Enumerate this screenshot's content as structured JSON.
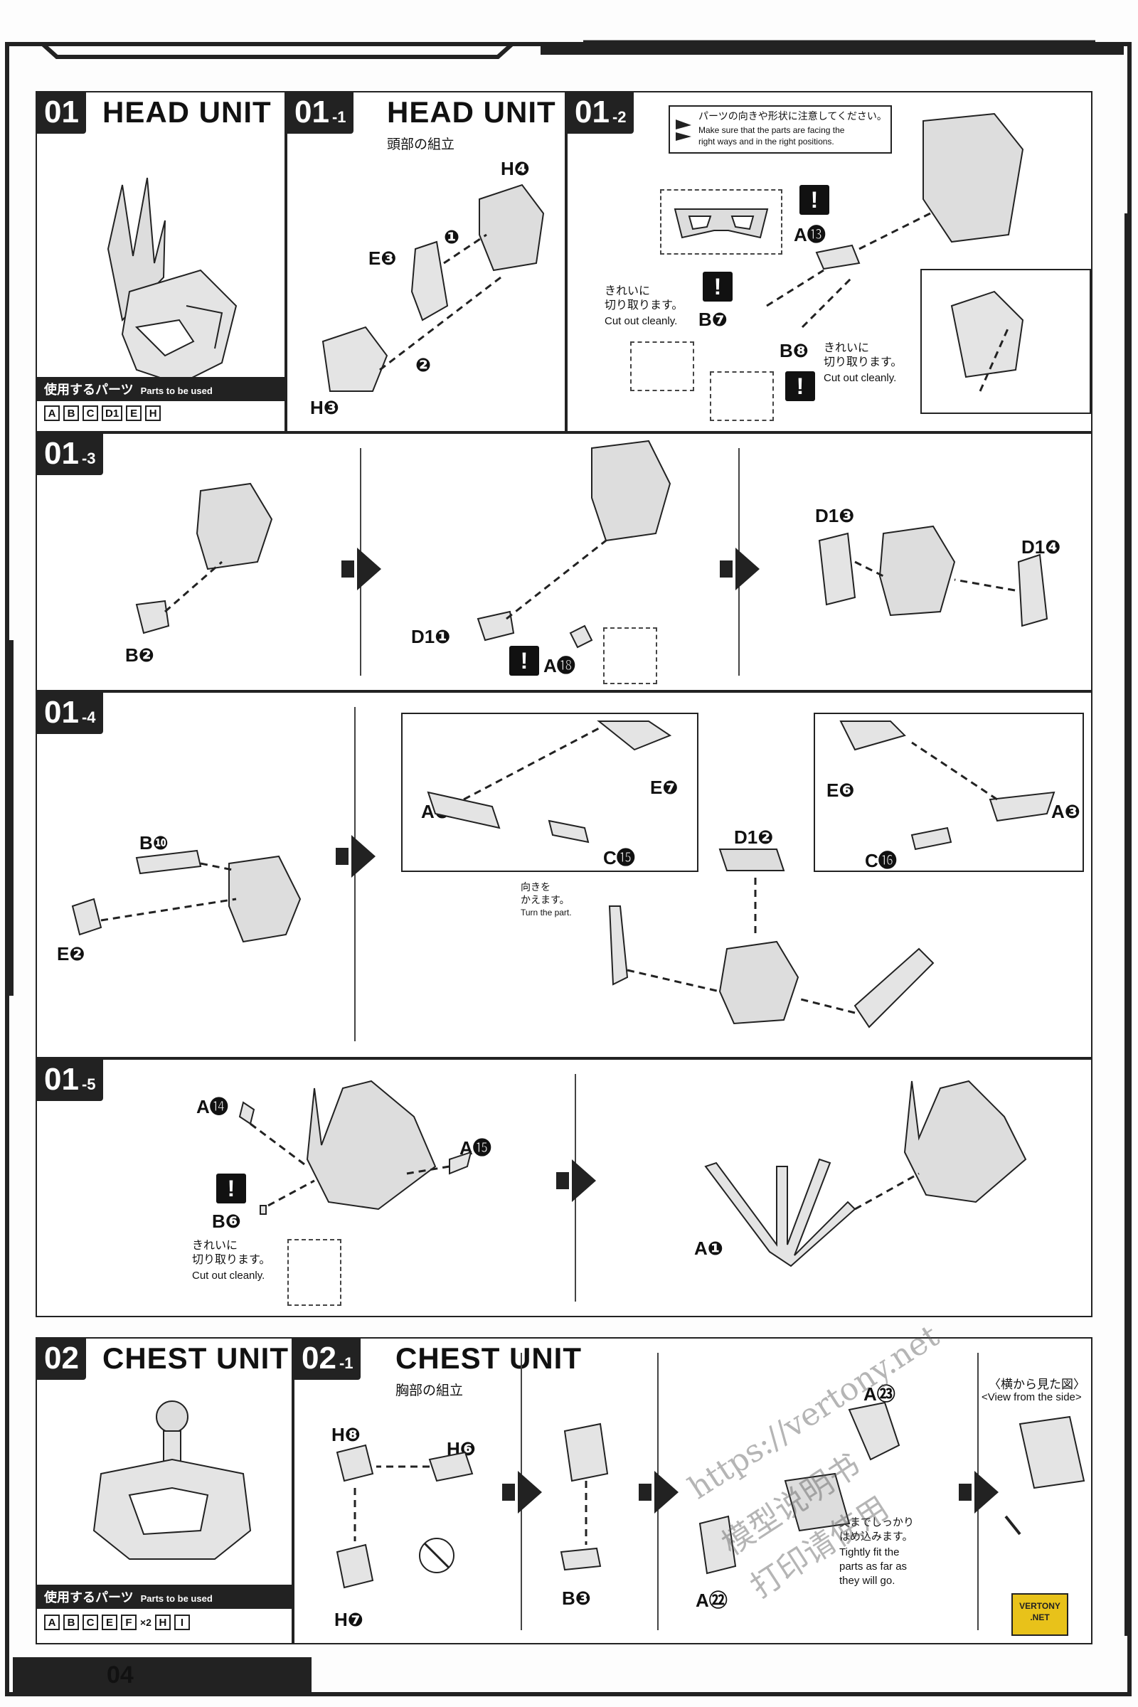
{
  "page_number": "04",
  "watermark": {
    "url": "https://vertony.net",
    "cn_line1": "模型说明书",
    "cn_line2": "打印请使用"
  },
  "badge": {
    "line1": "VERTONY",
    "line2": ".NET"
  },
  "steps": {
    "s01": {
      "num": "01",
      "title": "HEAD UNIT"
    },
    "s01_1": {
      "num": "01",
      "sub": "-1",
      "title": "HEAD UNIT",
      "jp_title": "頭部の組立"
    },
    "s01_2": {
      "num": "01",
      "sub": "-2"
    },
    "s01_3": {
      "num": "01",
      "sub": "-3"
    },
    "s01_4": {
      "num": "01",
      "sub": "-4"
    },
    "s01_5": {
      "num": "01",
      "sub": "-5"
    },
    "s02": {
      "num": "02",
      "title": "CHEST UNIT"
    },
    "s02_1": {
      "num": "02",
      "sub": "-1",
      "title": "CHEST UNIT",
      "jp_title": "胸部の組立"
    }
  },
  "parts_used": {
    "jp": "使用するパーツ",
    "en": "Parts to be used",
    "head": [
      "A",
      "B",
      "C",
      "D1",
      "E",
      "H"
    ],
    "chest": [
      "A",
      "B",
      "C",
      "E",
      "F",
      "×2",
      "H",
      "I"
    ]
  },
  "notes": {
    "facing_jp": "パーツの向きや形状に注意してください。",
    "facing_en1": "Make sure that the parts are facing the",
    "facing_en2": "right ways and in the right positions.",
    "cut_jp1": "きれいに",
    "cut_jp2": "切り取ります。",
    "cut_en": "Cut out cleanly.",
    "turn_jp1": "向きを",
    "turn_jp2": "かえます。",
    "turn_en": "Turn the part.",
    "tight_jp1": "奥までしっかり",
    "tight_jp2": "はめ込みます。",
    "tight_en1": "Tightly fit the",
    "tight_en2": "parts as far as",
    "tight_en3": "they will go.",
    "side_jp": "〈横から見た図〉",
    "side_en": "<View from the side>"
  },
  "labels": {
    "l01_1": [
      "H❹",
      "E❸",
      "H❸"
    ],
    "l01_2": [
      "A⓭",
      "B❼",
      "B❽"
    ],
    "l01_3": [
      "B❷",
      "D1❶",
      "A⓲",
      "D1❸",
      "D1❹"
    ],
    "l01_4": [
      "B❿",
      "E❷",
      "A❷",
      "E❼",
      "C⓯",
      "D1❷",
      "E❻",
      "A❸",
      "C⓰"
    ],
    "l01_5": [
      "A⓮",
      "A⓯",
      "B❻",
      "A❶"
    ],
    "l02_1": [
      "H❽",
      "H❻",
      "H❼",
      "B❸",
      "A㉓",
      "A㉒"
    ]
  },
  "order_marks": [
    "❶",
    "❷"
  ],
  "colors": {
    "ink": "#222222",
    "panel": "#ffffff",
    "badge": "#e8c21a"
  }
}
